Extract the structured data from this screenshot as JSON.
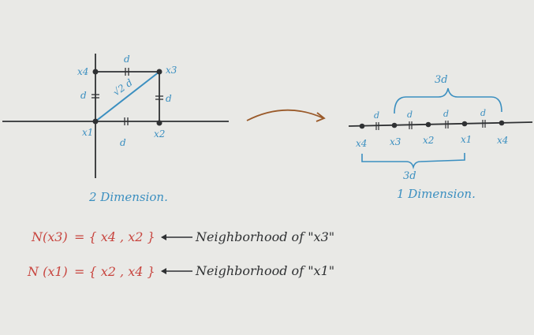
{
  "left_diagram": {
    "caption": "2 Dimension.",
    "points": {
      "x4": "x4",
      "x3": "x3",
      "x1": "x1",
      "x2": "x2"
    },
    "edges": {
      "top": "d",
      "left": "d",
      "right": "d",
      "bottom": "d",
      "diagonal": "√2 d"
    }
  },
  "right_diagram": {
    "caption": "1 Dimension.",
    "line_points": [
      "x4",
      "x3",
      "x2",
      "x1",
      "x4"
    ],
    "segment_label": "d",
    "brace_top_label": "3d",
    "brace_bottom_label": "3d"
  },
  "equations": [
    {
      "lhs": "N(x3)",
      "rhs": "= { x4 , x2 }",
      "note": "Neighborhood of \"x3\""
    },
    {
      "lhs": "N (x1)",
      "rhs": "= { x2 , x4 }",
      "note": "Neighborhood of \"x1\""
    }
  ],
  "colors": {
    "ink_blue": "#3b8fc0",
    "ink_dark": "#2f3133",
    "ink_red": "#c8453f",
    "arrow": "#9a5a2a",
    "paper": "#e9e9e6"
  }
}
